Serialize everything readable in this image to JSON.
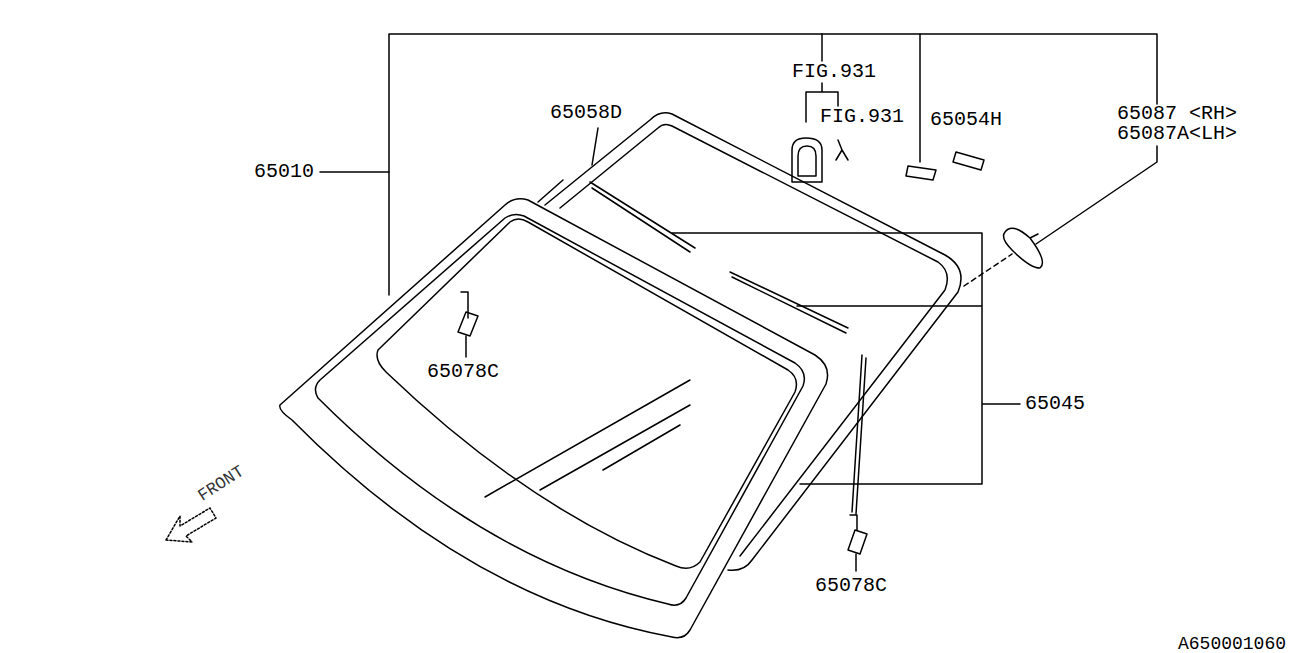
{
  "diagram": {
    "labels": [
      "65010",
      "65058D",
      "FIG.931",
      "FIG.931",
      "65054H",
      "65087 <RH>",
      "65087A<LH>",
      "65045",
      "65078C",
      "65078C",
      "FRONT",
      "A650001060"
    ]
  }
}
